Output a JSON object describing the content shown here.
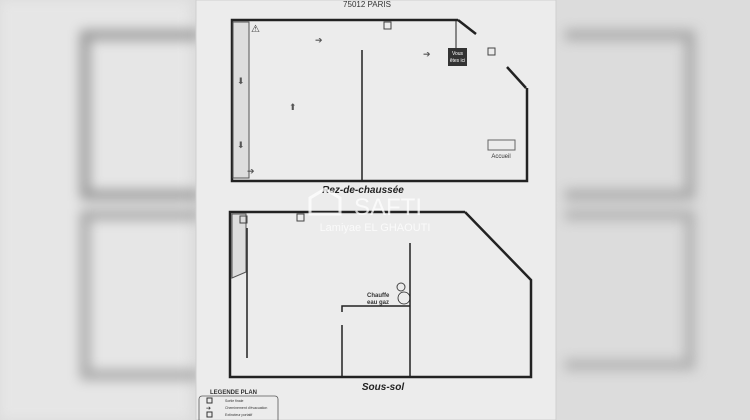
{
  "header": {
    "address": "75012 PARIS"
  },
  "ground_floor": {
    "title": "Rez-de-chaussée",
    "you_are_here": [
      "Vous",
      "êtes ici"
    ],
    "reception_label": "Accueil"
  },
  "basement": {
    "title": "Sous-sol",
    "water_heater": [
      "Chauffe",
      "eau gaz"
    ]
  },
  "legend": {
    "title": "LEGENDE PLAN",
    "items": [
      {
        "icon": "exit-icon",
        "label": "Sortie finale"
      },
      {
        "icon": "arrow-right-icon",
        "label": "Cheminement d'évacuation"
      },
      {
        "icon": "extinguisher-icon",
        "label": "Extincteur portatif"
      }
    ]
  },
  "watermark": {
    "brand": "SAFTI",
    "agent": "Lamiyae EL GHAOUTI"
  }
}
